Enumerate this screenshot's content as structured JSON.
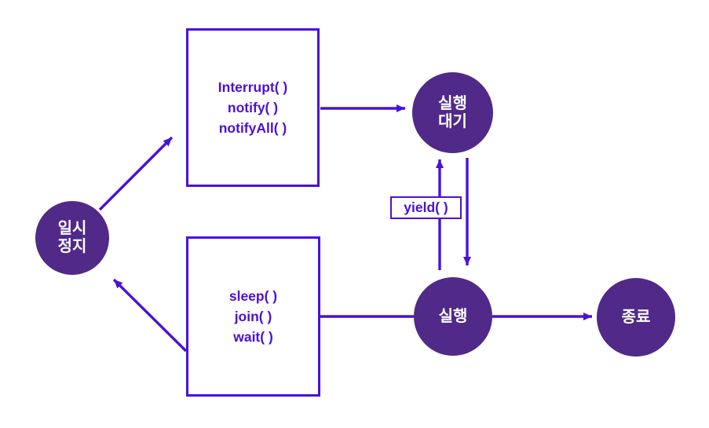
{
  "diagram": {
    "name": "thread-state-transition-diagram",
    "colors": {
      "node_fill": "#502989",
      "node_text": "#FFFFFF",
      "line": "#4A11D8",
      "background": "#FFFFFF"
    },
    "nodes": {
      "paused": {
        "label": "일시\n정지",
        "shape": "circle"
      },
      "ready": {
        "label": "실행\n대기",
        "shape": "circle"
      },
      "running": {
        "label": "실행",
        "shape": "circle"
      },
      "terminated": {
        "label": "종료",
        "shape": "circle"
      },
      "interrupt_box": {
        "shape": "rect",
        "lines": [
          "Interrupt( )",
          "notify( )",
          "notifyAll( )"
        ]
      },
      "sleep_box": {
        "shape": "rect",
        "lines": [
          "sleep( )",
          "join( )",
          "wait( )"
        ]
      },
      "yield_label": {
        "label": "yield( )",
        "shape": "bordered-label"
      }
    },
    "edges": [
      {
        "from": "paused",
        "to": "interrupt_box",
        "arrowhead": true
      },
      {
        "from": "interrupt_box",
        "to": "ready",
        "arrowhead": true
      },
      {
        "from": "running",
        "to": "ready",
        "arrowhead": true,
        "label": "yield( )"
      },
      {
        "from": "ready",
        "to": "running",
        "arrowhead": true
      },
      {
        "from": "sleep_box",
        "to": "running",
        "arrowhead": false
      },
      {
        "from": "running",
        "to": "terminated",
        "arrowhead": true
      },
      {
        "from": "sleep_box",
        "to": "paused",
        "arrowhead": true
      }
    ]
  }
}
